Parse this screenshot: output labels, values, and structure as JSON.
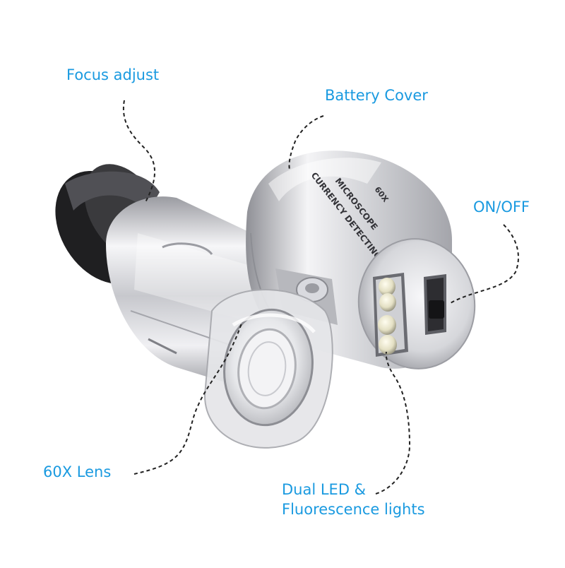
{
  "colors": {
    "label_text": "#1a9ae0",
    "leader_line": "#222222",
    "silver_light": "#f4f4f6",
    "silver_mid": "#c9cacf",
    "silver_dark": "#8b8c92",
    "rubber_ring": "#2a2a2c",
    "led": "#e9e6cf"
  },
  "labels": {
    "focus_adjust": "Focus adjust",
    "battery_cover": "Battery Cover",
    "on_off": "ON/OFF",
    "lens": "60X Lens",
    "led_line1": "Dual LED &",
    "led_line2": "Fluorescence lights"
  },
  "device": {
    "engraving_line1": "CURRENCY DETECTING",
    "engraving_line2": "MICROSCOPE",
    "engraving_line3": "60X"
  }
}
